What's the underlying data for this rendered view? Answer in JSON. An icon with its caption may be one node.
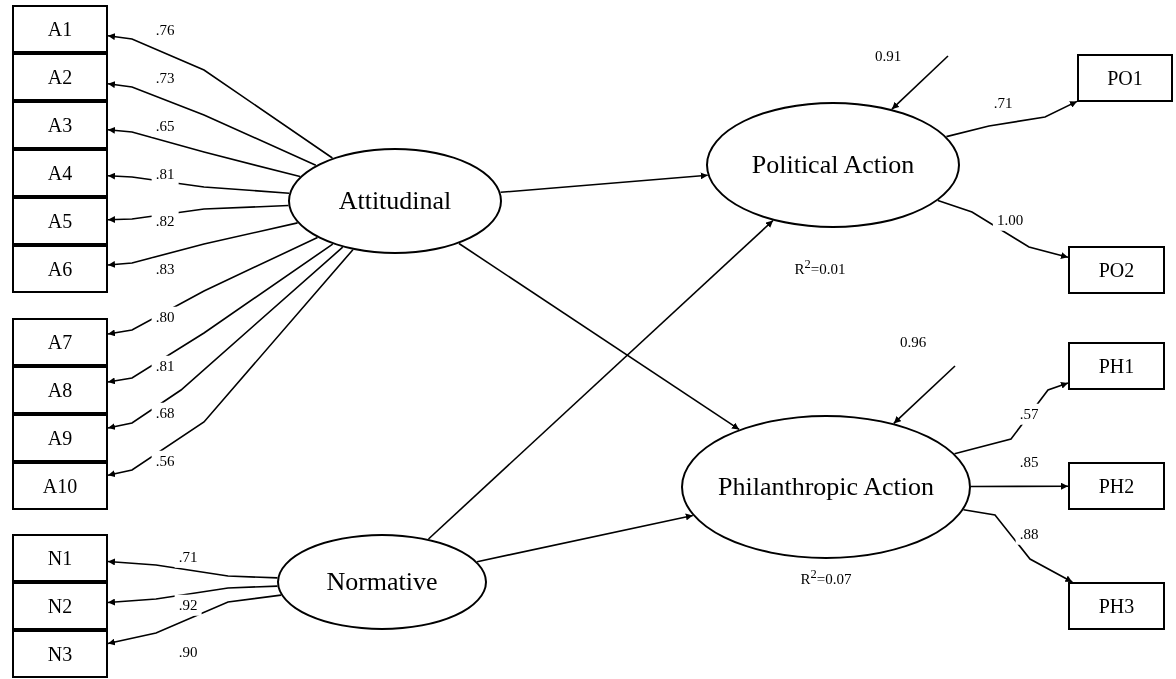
{
  "diagram": {
    "nodes": [
      {
        "text": [
          "A1"
        ]
      },
      {
        "text": [
          "A2"
        ]
      },
      {
        "text": [
          "A3"
        ]
      },
      {
        "text": [
          "A4"
        ]
      },
      {
        "text": [
          "A5"
        ]
      },
      {
        "text": [
          "A6"
        ]
      },
      {
        "text": [
          "A7"
        ]
      },
      {
        "text": [
          "A8"
        ]
      },
      {
        "text": [
          "A9"
        ]
      },
      {
        "text": [
          "A10"
        ]
      },
      {
        "text": [
          "N1"
        ]
      },
      {
        "text": [
          "N2"
        ]
      },
      {
        "text": [
          "N3"
        ]
      },
      {
        "text": [
          "Attitudinal"
        ]
      },
      {
        "text": [
          "Normative"
        ]
      },
      {
        "text": [
          "Political Action"
        ],
        "beside": [
          "R$^{2}$=0.01"
        ]
      },
      {
        "text": [
          "Philanthropic Action"
        ],
        "beside": [
          "R$^{2}$=0.07"
        ]
      },
      {
        "text": [
          "PO1"
        ]
      },
      {
        "text": [
          "PO2"
        ]
      },
      {
        "text": [
          "PH1"
        ]
      },
      {
        "text": [
          "PH2"
        ]
      },
      {
        "text": [
          "PH3"
        ]
      }
    ],
    "edges": [
      {
        "from": 13,
        "to": 0,
        "label": ".76",
        "arrow": "to"
      },
      {
        "from": 13,
        "to": 1,
        "label": ".73",
        "arrow": "to"
      },
      {
        "from": 13,
        "to": 2,
        "label": ".65",
        "arrow": "to"
      },
      {
        "from": 13,
        "to": 3,
        "label": ".81",
        "arrow": "to"
      },
      {
        "from": 13,
        "to": 4,
        "label": ".82",
        "arrow": "to"
      },
      {
        "from": 13,
        "to": 5,
        "label": ".83",
        "arrow": "to"
      },
      {
        "from": 13,
        "to": 6,
        "label": ".80",
        "arrow": "to"
      },
      {
        "from": 13,
        "to": 7,
        "label": ".81",
        "arrow": "to"
      },
      {
        "from": 13,
        "to": 8,
        "label": ".68",
        "arrow": "to"
      },
      {
        "from": 13,
        "to": 9,
        "label": ".56",
        "arrow": "to"
      },
      {
        "from": 14,
        "to": 10,
        "label": ".71",
        "arrow": "to"
      },
      {
        "from": 14,
        "to": 11,
        "label": ".92",
        "arrow": "to"
      },
      {
        "from": 14,
        "to": 12,
        "label": ".90",
        "arrow": "to"
      },
      {
        "from": 13,
        "to": 15,
        "arrow": "to"
      },
      {
        "from": 13,
        "to": 16,
        "arrow": "to"
      },
      {
        "from": 14,
        "to": 15,
        "arrow": "to"
      },
      {
        "from": 14,
        "to": 16,
        "arrow": "to"
      },
      {
        "from": null,
        "to": 15,
        "label": "0.91",
        "arrow": "to"
      },
      {
        "from": null,
        "to": 16,
        "label": "0.96",
        "arrow": "to"
      },
      {
        "from": 15,
        "to": 17,
        "label": ".71",
        "arrow": "to"
      },
      {
        "from": 15,
        "to": 18,
        "label": "1.00",
        "arrow": "to"
      },
      {
        "from": 16,
        "to": 19,
        "label": ".57",
        "arrow": "to"
      },
      {
        "from": 16,
        "to": 20,
        "label": ".85",
        "arrow": "to"
      },
      {
        "from": 16,
        "to": 21,
        "label": ".88",
        "arrow": "to"
      }
    ]
  }
}
